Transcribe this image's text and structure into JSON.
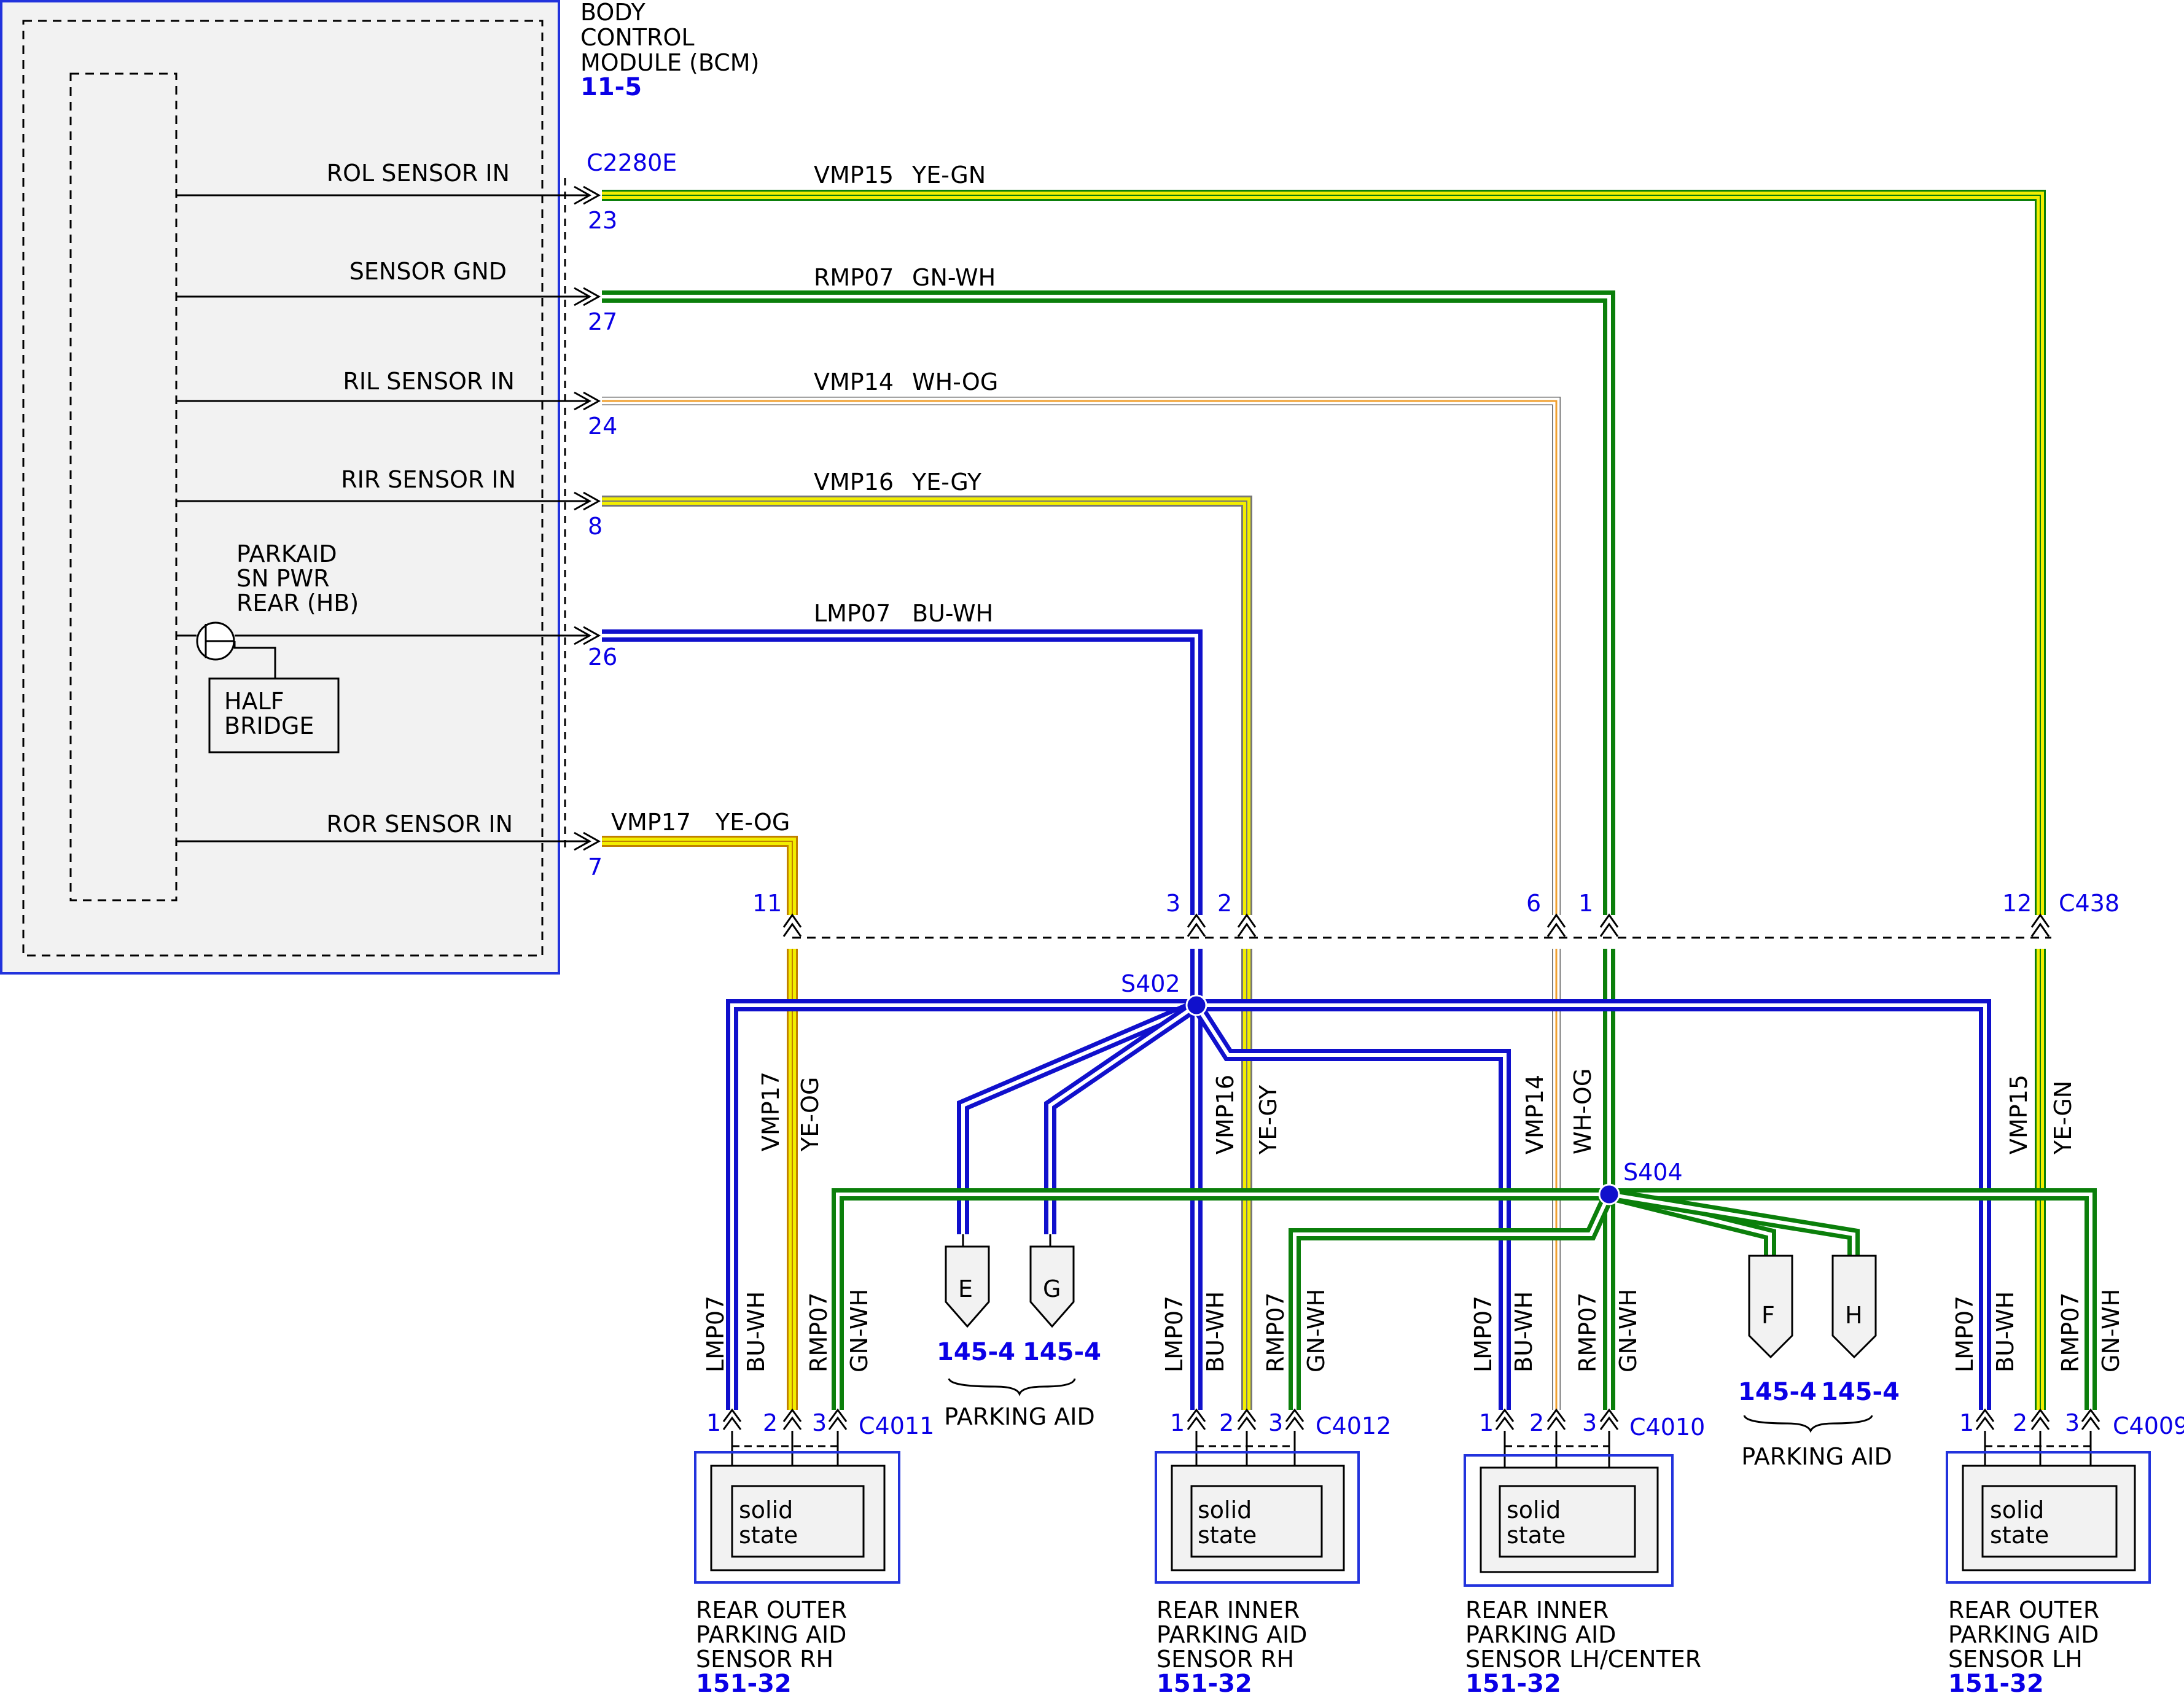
{
  "colors": {
    "module_border": "#2233dd",
    "module_fill": "#f2f2f2",
    "pin_text": "#0a00e6",
    "wire_yellow": "#f2ee00",
    "wire_green": "#0b7f0b",
    "wire_blue": "#1010cc",
    "wire_orange": "#f0a030",
    "wire_white": "#ffffff"
  },
  "module": {
    "title_lines": [
      "BODY",
      "CONTROL",
      "MODULE (BCM)"
    ],
    "ref": "11-5",
    "connector": "C2280E",
    "half_bridge_lines": [
      "HALF",
      "BRIDGE"
    ]
  },
  "bcm_pins": [
    {
      "signal": "ROL SENSOR IN",
      "pin": "23",
      "circuit": "VMP15",
      "color": "YE-GN"
    },
    {
      "signal": "SENSOR GND",
      "pin": "27",
      "circuit": "RMP07",
      "color": "GN-WH"
    },
    {
      "signal": "RIL SENSOR IN",
      "pin": "24",
      "circuit": "VMP14",
      "color": "WH-OG"
    },
    {
      "signal": "RIR SENSOR IN",
      "pin": "8",
      "circuit": "VMP16",
      "color": "YE-GY"
    },
    {
      "signal_lines": [
        "PARKAID",
        "SN PWR",
        "REAR (HB)"
      ],
      "pin": "26",
      "circuit": "LMP07",
      "color": "BU-WH"
    },
    {
      "signal": "ROR SENSOR IN",
      "pin": "7",
      "circuit": "VMP17",
      "color": "YE-OG"
    }
  ],
  "inline_connector": {
    "name": "C438",
    "pins": [
      "11",
      "3",
      "2",
      "6",
      "1",
      "12"
    ]
  },
  "splices": [
    "S402",
    "S404"
  ],
  "vertical_wire_labels": [
    {
      "circuit": "VMP17",
      "color": "YE-OG"
    },
    {
      "circuit": "VMP16",
      "color": "YE-GY"
    },
    {
      "circuit": "VMP14",
      "color": "WH-OG"
    },
    {
      "circuit": "VMP15",
      "color": "YE-GN"
    }
  ],
  "parking_aid_refs": {
    "left": {
      "letters": [
        "E",
        "G"
      ],
      "refs": [
        "145-4",
        "145-4"
      ],
      "label": "PARKING AID"
    },
    "right": {
      "letters": [
        "F",
        "H"
      ],
      "refs": [
        "145-4",
        "145-4"
      ],
      "label": "PARKING AID"
    }
  },
  "sensors": [
    {
      "connector": "C4011",
      "pins": [
        "1",
        "2",
        "3"
      ],
      "wires": [
        {
          "circuit": "LMP07",
          "color": "BU-WH"
        },
        {
          "circuit": "RMP07",
          "color": "GN-WH"
        }
      ],
      "inner_lines": [
        "solid",
        "state"
      ],
      "name_lines": [
        "REAR OUTER",
        "PARKING AID",
        "SENSOR RH"
      ],
      "ref": "151-32"
    },
    {
      "connector": "C4012",
      "pins": [
        "1",
        "2",
        "3"
      ],
      "wires": [
        {
          "circuit": "LMP07",
          "color": "BU-WH"
        },
        {
          "circuit": "RMP07",
          "color": "GN-WH"
        }
      ],
      "inner_lines": [
        "solid",
        "state"
      ],
      "name_lines": [
        "REAR INNER",
        "PARKING AID",
        "SENSOR RH"
      ],
      "ref": "151-32"
    },
    {
      "connector": "C4010",
      "pins": [
        "1",
        "2",
        "3"
      ],
      "wires": [
        {
          "circuit": "LMP07",
          "color": "BU-WH"
        },
        {
          "circuit": "RMP07",
          "color": "GN-WH"
        }
      ],
      "inner_lines": [
        "solid",
        "state"
      ],
      "name_lines": [
        "REAR INNER",
        "PARKING AID",
        "SENSOR LH/CENTER"
      ],
      "ref": "151-32"
    },
    {
      "connector": "C4009",
      "pins": [
        "1",
        "2",
        "3"
      ],
      "wires": [
        {
          "circuit": "LMP07",
          "color": "BU-WH"
        },
        {
          "circuit": "RMP07",
          "color": "GN-WH"
        }
      ],
      "inner_lines": [
        "solid",
        "state"
      ],
      "name_lines": [
        "REAR OUTER",
        "PARKING AID",
        "SENSOR LH"
      ],
      "ref": "151-32"
    }
  ]
}
